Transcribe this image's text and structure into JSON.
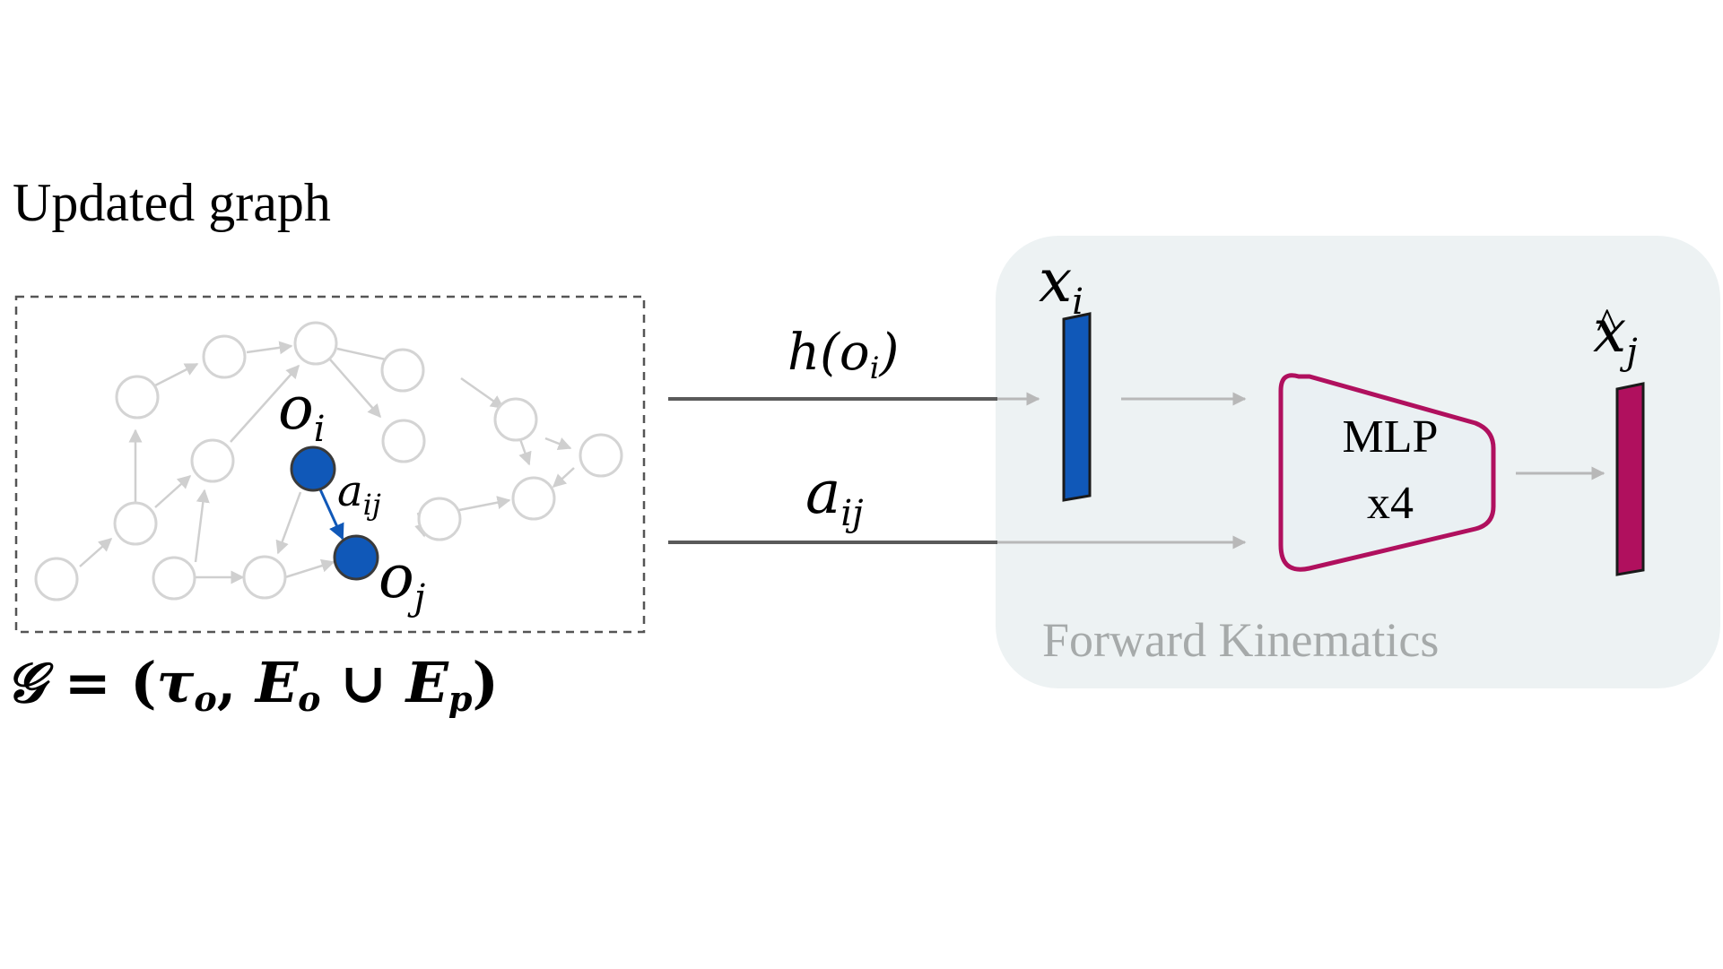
{
  "graph_panel": {
    "title": "Updated graph",
    "node_i_label": "o",
    "node_i_sub": "i",
    "node_j_label": "o",
    "node_j_sub": "j",
    "edge_label": "a",
    "edge_sub": "ij",
    "formula": {
      "G": "𝒢",
      "eq": " = (",
      "tau": "τ",
      "tau_sub": "o",
      "comma": ", ",
      "E1": "E",
      "E1_sub": "o",
      "cup": " ∪ ",
      "E2": "E",
      "E2_sub": "p",
      "close": ")"
    }
  },
  "inputs": {
    "h_label": "h(o",
    "h_sub": "i",
    "h_close": ")",
    "a_label": "a",
    "a_sub": "ij"
  },
  "fk_panel": {
    "caption": "Forward Kinematics",
    "xi_label": "x",
    "xi_sub": "i",
    "xj_label": "x",
    "xj_hat": "^",
    "xj_sub": "j",
    "mlp_line1": "MLP",
    "mlp_line2": "x4"
  },
  "colors": {
    "accent_blue": "#1058b8",
    "accent_magenta": "#b0105e",
    "graph_gray": "#d4d4d4",
    "panel_bg": "#edf2f3",
    "line_dark": "#5a5a5a",
    "line_light": "#b8b8b8",
    "caption_gray": "#a6aaaa"
  }
}
